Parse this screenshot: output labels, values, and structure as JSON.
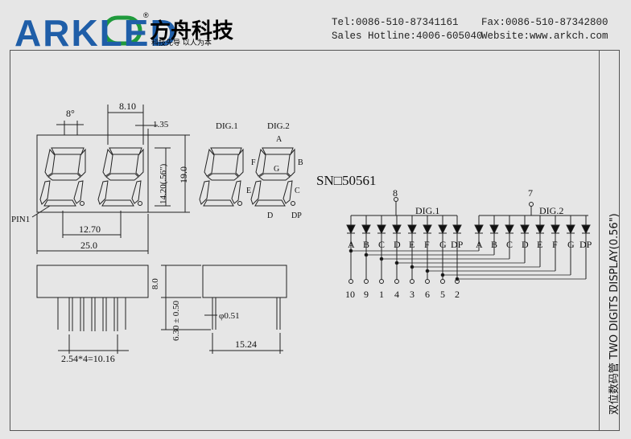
{
  "header": {
    "brand": "ARKLED",
    "registered": "®",
    "cn_name": "方舟科技",
    "cn_slogan": "科技先导  以人为本",
    "tel": "Tel:0086-510-87341161",
    "fax": "Fax:0086-510-87342800",
    "hotline": "Sales Hotline:4006-605040",
    "website": "Website:www.arkch.com"
  },
  "side_title": "双位数码管 TWO DIGITS DISPLAY(0.56\")",
  "model": "SN□50561",
  "front_view": {
    "angle": "8°",
    "digit_pitch": "8.10",
    "seg_width": "1.35",
    "char_height": "14.20(.56\")",
    "height": "19.0",
    "pin_label": "PIN1",
    "inner_width": "12.70",
    "total_width": "25.0"
  },
  "digit_labels": {
    "dig1": "DIG.1",
    "dig2": "DIG.2"
  },
  "segment_labels": {
    "a": "A",
    "b": "B",
    "c": "C",
    "d": "D",
    "e": "E",
    "f": "F",
    "g": "G",
    "dp": "DP"
  },
  "side_view": {
    "body_height": "8.0",
    "pin_length": "6.30 ± 0.50",
    "pin_pitch": "2.54*4=10.16",
    "pin_dia": "φ0.51",
    "row_spacing": "15.24"
  },
  "schematic": {
    "common1_pin": "8",
    "common2_pin": "7",
    "dig1_label": "DIG.1",
    "dig2_label": "DIG.2",
    "segments": [
      "A",
      "B",
      "C",
      "D",
      "E",
      "F",
      "G",
      "DP"
    ],
    "pin_numbers": [
      "10",
      "9",
      "1",
      "4",
      "3",
      "6",
      "5",
      "2"
    ]
  }
}
